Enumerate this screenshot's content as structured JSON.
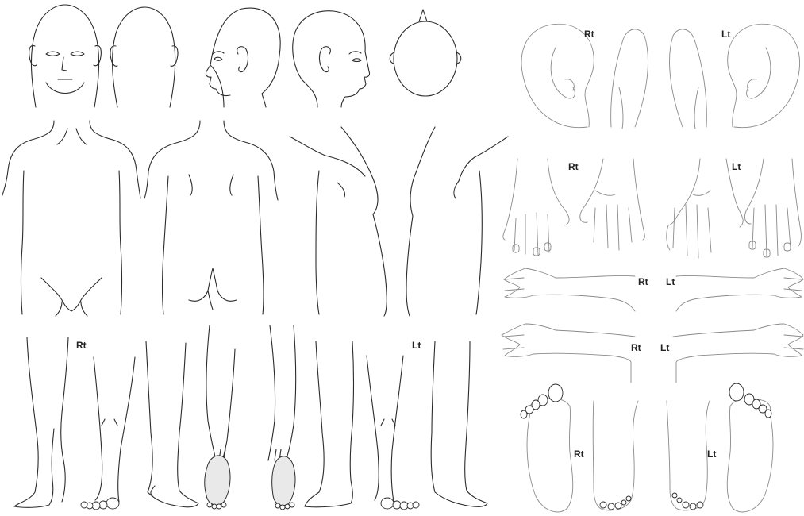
{
  "labels": {
    "right": "Rt",
    "left": "Lt"
  },
  "colors": {
    "line": "#2b2b2b",
    "light_line": "#8a8a8a",
    "sole_fill": "#e9e9e9",
    "background": "#ffffff"
  },
  "views": [
    "head-front",
    "head-back",
    "head-right-profile",
    "head-left-profile",
    "head-top",
    "torso-front",
    "torso-back",
    "torso-right-side",
    "torso-left-side",
    "legs-front-rt",
    "legs-back",
    "legs-lt",
    "ears",
    "hands",
    "arms-upper-row",
    "arms-lower-row",
    "feet-soles-and-tops"
  ]
}
